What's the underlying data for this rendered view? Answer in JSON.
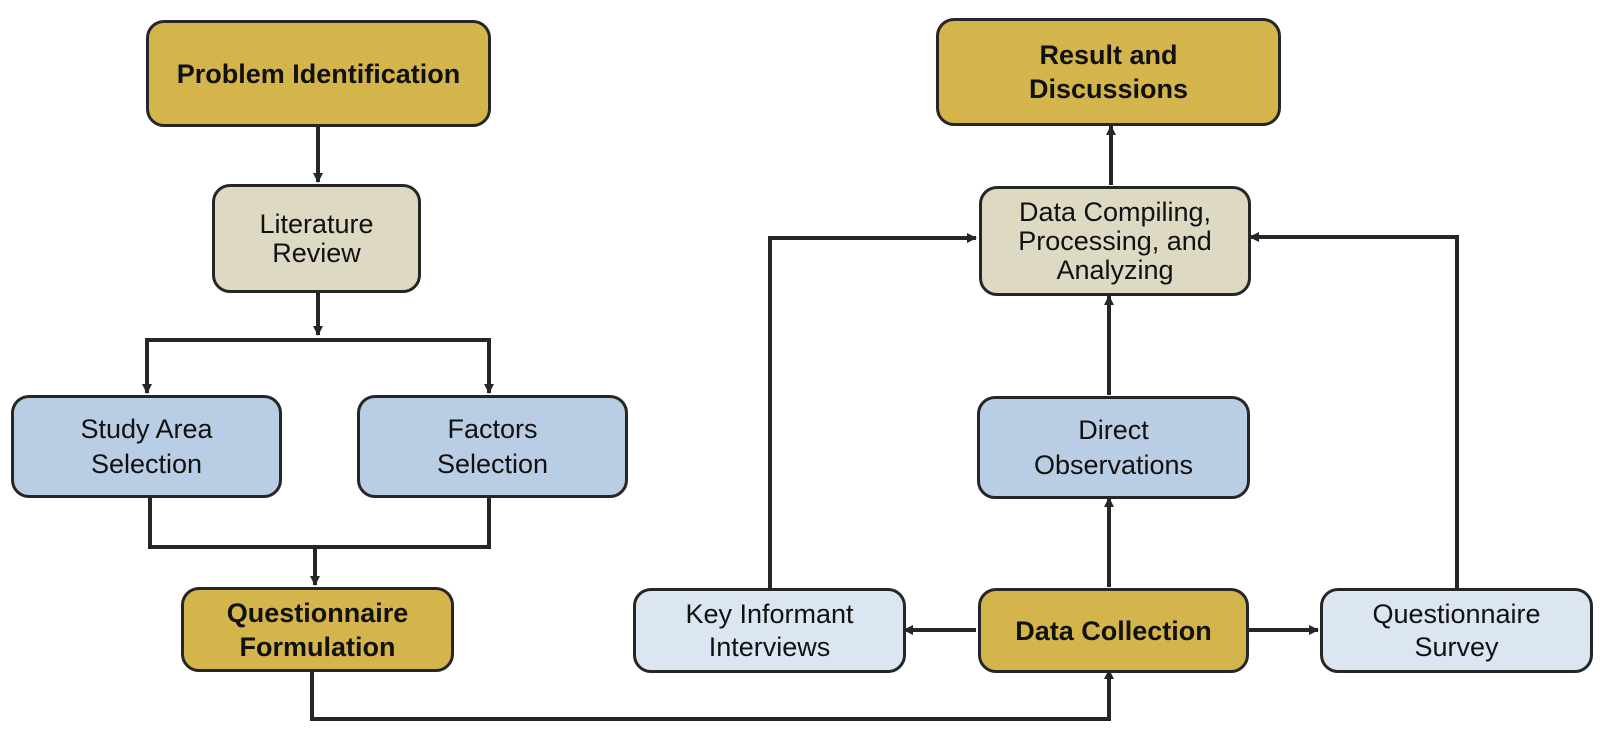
{
  "diagram": {
    "nodes": {
      "problem_identification": "Problem Identification",
      "literature_review": "Literature\nReview",
      "study_area_selection": "Study Area\nSelection",
      "factors_selection": "Factors\nSelection",
      "questionnaire_formulation": "Questionnaire\nFormulation",
      "result_and_discussions": "Result and\nDiscussions",
      "data_compiling": "Data Compiling,\nProcessing, and\nAnalyzing",
      "direct_observations": "Direct\nObservations",
      "key_informant_interviews": "Key Informant\nInterviews",
      "data_collection": "Data Collection",
      "questionnaire_survey": "Questionnaire\nSurvey"
    },
    "colors": {
      "gold": "#d4b54b",
      "beige": "#ded9c3",
      "blue": "#b9cde5",
      "light_blue": "#dce6f2",
      "line": "#262626"
    }
  }
}
